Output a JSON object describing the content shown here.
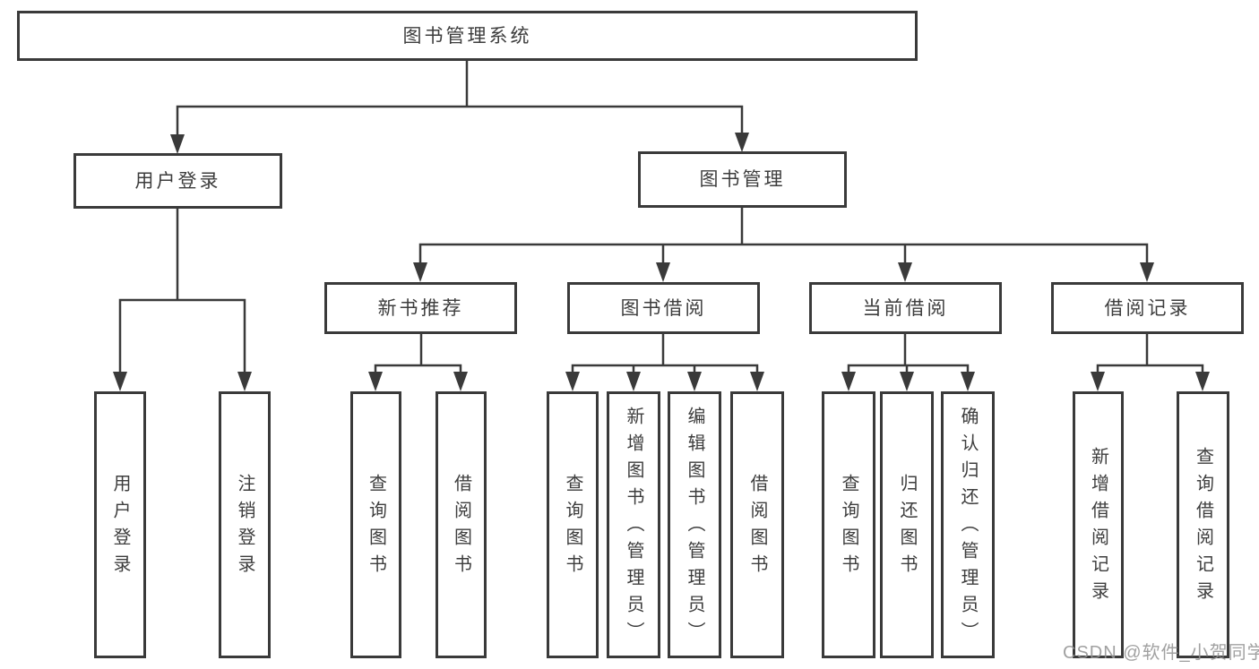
{
  "diagram": {
    "type": "tree",
    "title": "图书管理系统"
  },
  "colors": {
    "line": "#3a3a3a",
    "node_border": "#3a3a3a",
    "node_text": "#3d3d3d",
    "node_background": "#ffffff",
    "page_background": "#ffffff",
    "watermark_text_color": "#949494"
  },
  "watermark": {
    "text": "CSDN @软件_小贺同学"
  },
  "nodes": {
    "root": {
      "label": "图书管理系统"
    },
    "user_login": {
      "label": "用户登录"
    },
    "book_mgmt": {
      "label": "图书管理"
    },
    "new_book_rec": {
      "label": "新书推荐"
    },
    "book_borrow": {
      "label": "图书借阅"
    },
    "current_borrow": {
      "label": "当前借阅"
    },
    "borrow_records": {
      "label": "借阅记录"
    },
    "leaf_user_login": {
      "label": "用户登录"
    },
    "leaf_logout": {
      "label": "注销登录"
    },
    "leaf_query_book_rec": {
      "label": "查询图书"
    },
    "leaf_borrow_book_rec": {
      "label": "借阅图书"
    },
    "leaf_query_book_borrow": {
      "label": "查询图书"
    },
    "leaf_add_book_admin": {
      "label": "新增图书（管理员）"
    },
    "leaf_edit_book_admin": {
      "label": "编辑图书（管理员）"
    },
    "leaf_borrow_book_borrow": {
      "label": "借阅图书"
    },
    "leaf_query_book_current": {
      "label": "查询图书"
    },
    "leaf_return_book": {
      "label": "归还图书"
    },
    "leaf_confirm_return_admin": {
      "label": "确认归还（管理员）"
    },
    "leaf_add_borrow_record": {
      "label": "新增借阅记录"
    },
    "leaf_query_borrow_record": {
      "label": "查询借阅记录"
    }
  },
  "edges": [
    [
      "root",
      "user_login"
    ],
    [
      "root",
      "book_mgmt"
    ],
    [
      "user_login",
      "leaf_user_login"
    ],
    [
      "user_login",
      "leaf_logout"
    ],
    [
      "book_mgmt",
      "new_book_rec"
    ],
    [
      "book_mgmt",
      "book_borrow"
    ],
    [
      "book_mgmt",
      "current_borrow"
    ],
    [
      "book_mgmt",
      "borrow_records"
    ],
    [
      "new_book_rec",
      "leaf_query_book_rec"
    ],
    [
      "new_book_rec",
      "leaf_borrow_book_rec"
    ],
    [
      "book_borrow",
      "leaf_query_book_borrow"
    ],
    [
      "book_borrow",
      "leaf_add_book_admin"
    ],
    [
      "book_borrow",
      "leaf_edit_book_admin"
    ],
    [
      "book_borrow",
      "leaf_borrow_book_borrow"
    ],
    [
      "current_borrow",
      "leaf_query_book_current"
    ],
    [
      "current_borrow",
      "leaf_return_book"
    ],
    [
      "current_borrow",
      "leaf_confirm_return_admin"
    ],
    [
      "borrow_records",
      "leaf_add_borrow_record"
    ],
    [
      "borrow_records",
      "leaf_query_borrow_record"
    ]
  ]
}
